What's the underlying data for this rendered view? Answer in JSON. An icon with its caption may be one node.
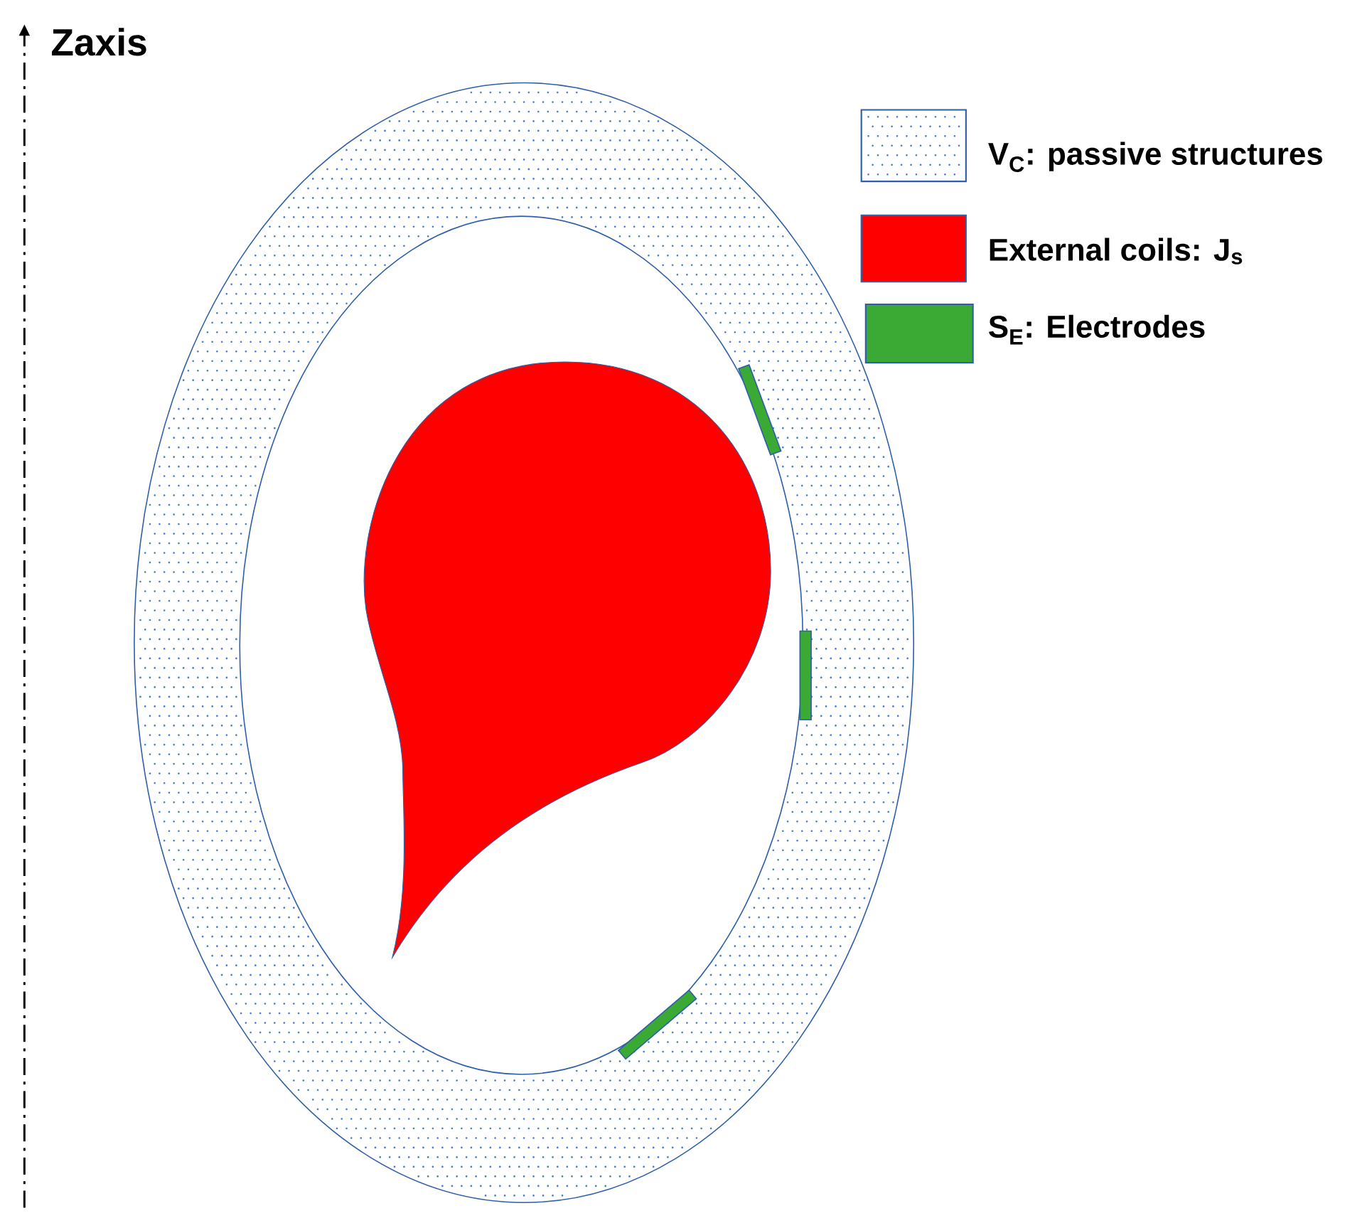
{
  "diagram": {
    "labels": [
      "Zaxis"
    ],
    "legend": [
      {
        "text": "V$_{C}$: passive structures"
      },
      {
        "text": "External coils: J$_{s}$",
        "color": "#ff0000"
      },
      {
        "text": "S$_{E}$: Electrodes",
        "color": "#3aaa35"
      }
    ]
  }
}
